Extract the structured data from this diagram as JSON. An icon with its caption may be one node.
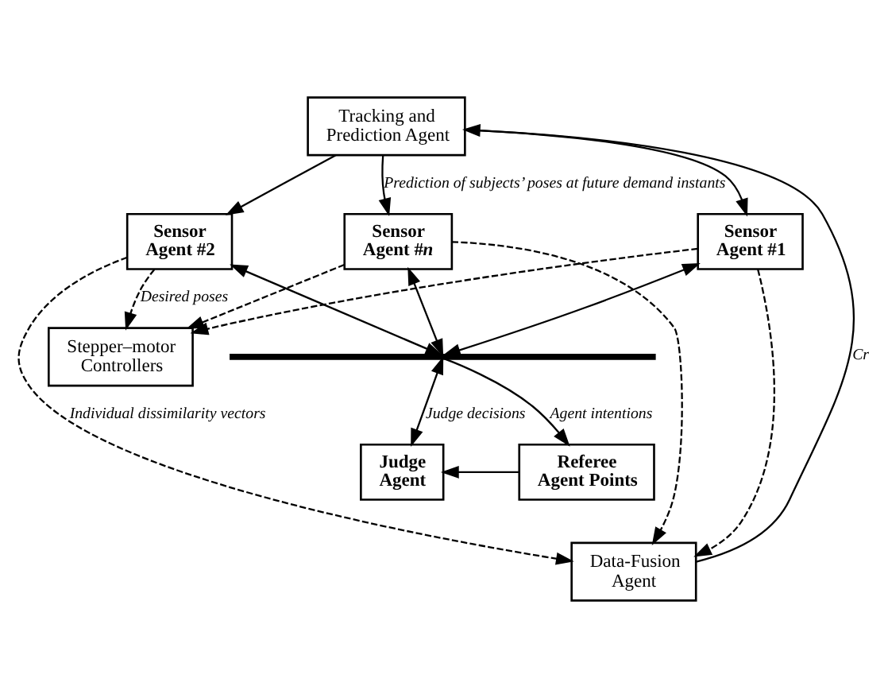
{
  "diagram": {
    "nodes": [
      {
        "text": [
          "Tracking and Prediction Agent"
        ]
      },
      {
        "text": [
          "Sensor Agent #1"
        ]
      },
      {
        "text": [
          "Sensor Agent #2"
        ]
      },
      {
        "text": [
          "Sensor Agent #*n*"
        ]
      },
      {
        "text": [
          "Stepper–motor Controllers"
        ]
      },
      {
        "text": [],
        "shape": "bar"
      },
      {
        "text": [
          "Referee Agent Points"
        ]
      },
      {
        "text": [
          "Judge Agent"
        ]
      },
      {
        "text": [
          "Data-Fusion Agent"
        ]
      }
    ],
    "edges": [
      {
        "from": 0,
        "to": 1,
        "arrow": "to"
      },
      {
        "from": 0,
        "to": 2,
        "arrow": "to"
      },
      {
        "from": 0,
        "to": 3,
        "arrow": "to",
        "label": "Prediction of subjects’ poses at future demand instants"
      },
      {
        "from": 1,
        "to": 5,
        "arrow": "both"
      },
      {
        "from": 2,
        "to": 5,
        "arrow": "both"
      },
      {
        "from": 3,
        "to": 5,
        "arrow": "both"
      },
      {
        "from": 1,
        "to": 4,
        "arrow": "to",
        "style": "dashed"
      },
      {
        "from": 2,
        "to": 4,
        "arrow": "to",
        "style": "dashed",
        "label": "Desired poses"
      },
      {
        "from": 3,
        "to": 4,
        "arrow": "to",
        "style": "dashed"
      },
      {
        "from": 5,
        "to": 6,
        "arrow": "to",
        "label": "Agent intentions"
      },
      {
        "from": 5,
        "to": 7,
        "arrow": "both",
        "label": "Judge decisions"
      },
      {
        "from": 6,
        "to": 7,
        "arrow": "to"
      },
      {
        "from": 1,
        "to": 8,
        "arrow": "to",
        "style": "dashed"
      },
      {
        "from": 2,
        "to": 8,
        "arrow": "to",
        "style": "dashed",
        "label": "Individual dissimilarity vectors"
      },
      {
        "from": 3,
        "to": 8,
        "arrow": "to",
        "style": "dashed"
      },
      {
        "from": 8,
        "to": 0,
        "arrow": "to",
        "label": "Cr"
      }
    ]
  }
}
